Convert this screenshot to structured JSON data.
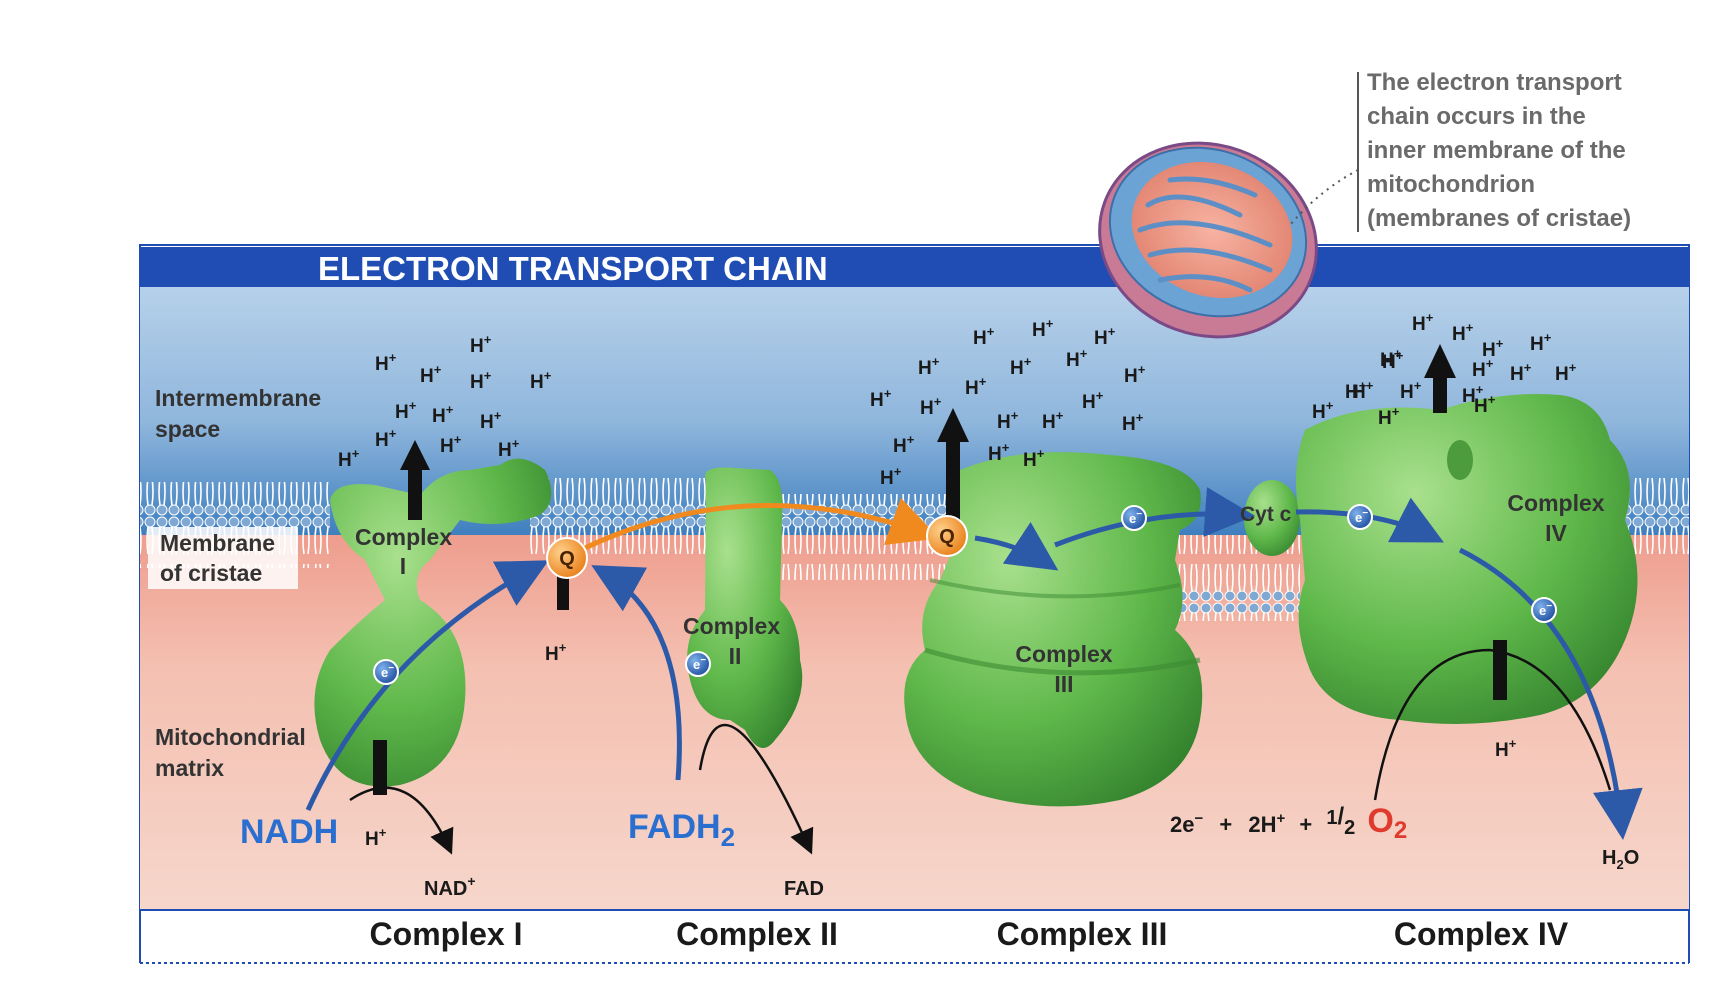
{
  "title": "ELECTRON TRANSPORT CHAIN",
  "callout": [
    "The electron transport",
    "chain occurs in the",
    "inner membrane of the",
    "mitochondrion",
    "(membranes of cristae)"
  ],
  "regions": {
    "intermembrane": [
      "Intermembrane",
      "space"
    ],
    "membrane": [
      "Membrane",
      "of cristae"
    ],
    "matrix": [
      "Mitochondrial",
      "matrix"
    ]
  },
  "complexes": {
    "c1": [
      "Complex",
      "I"
    ],
    "c2": [
      "Complex",
      "II"
    ],
    "c3": [
      "Complex",
      "III"
    ],
    "c4": [
      "Complex",
      "IV"
    ]
  },
  "carriers": {
    "q": "Q",
    "cytc": "Cyt c",
    "electron": "e"
  },
  "proton": "H",
  "proton_charge": "+",
  "electron_charge": "−",
  "substrates": {
    "nadh": "NADH",
    "nad": "NAD",
    "fadh2_base": "FADH",
    "fadh2_sub": "2",
    "fad": "FAD",
    "water_h": "H",
    "water_sub": "2",
    "water_o": "O"
  },
  "equation": {
    "two_e": "2e",
    "plus": "+",
    "two_h": "2H",
    "half_num": "1",
    "half_den": "2",
    "o2_base": "O",
    "o2_sub": "2"
  },
  "bottom_labels": [
    "Complex I",
    "Complex II",
    "Complex III",
    "Complex IV"
  ],
  "colors": {
    "banner": "#1f4db4",
    "intermembrane_top": "#a9c6e2",
    "matrix": "#f2b8a7",
    "protein": "#5fb84a",
    "electron_path": "#2d5aa8",
    "q_carrier": "#f08a1e",
    "oxygen_label": "#e03a2e",
    "nadh_label": "#2a6fd0"
  }
}
